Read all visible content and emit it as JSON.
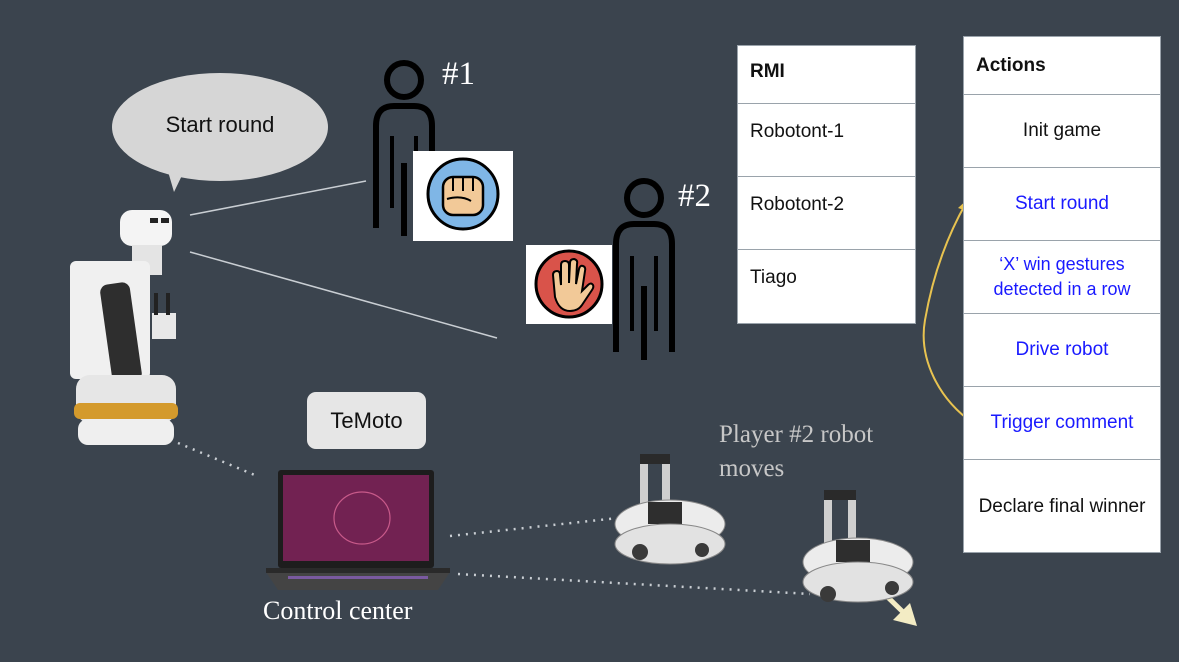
{
  "bubble": {
    "text": "Start round"
  },
  "players": [
    {
      "label": "#1",
      "gesture": "rock"
    },
    {
      "label": "#2",
      "gesture": "paper"
    }
  ],
  "rmi_table": {
    "header": "RMI",
    "rows": [
      "Robotont-1",
      "Robotont-2",
      "Tiago"
    ]
  },
  "actions_table": {
    "header": "Actions",
    "rows": [
      "Init game",
      "Start round",
      "‘X’ win gestures detected in a row",
      "Drive robot",
      "Trigger comment",
      "Declare final winner"
    ]
  },
  "temoto": {
    "label": "TeMoto"
  },
  "control_center": {
    "label": "Control center"
  },
  "robot_moves": {
    "line1": "Player #2 robot",
    "line2": "moves"
  },
  "colors": {
    "background": "#3b444e",
    "action_blue": "#1a1aff",
    "loop_arrow": "#e8c350",
    "move_arrow": "#f3ecc4",
    "fist_bg": "#7fb6e6",
    "palm_bg": "#d9534a"
  },
  "icons": [
    "speech-bubble-icon",
    "person-icon",
    "fist-icon",
    "palm-icon",
    "tiago-robot-icon",
    "laptop-icon",
    "robotont-robot-icon"
  ]
}
